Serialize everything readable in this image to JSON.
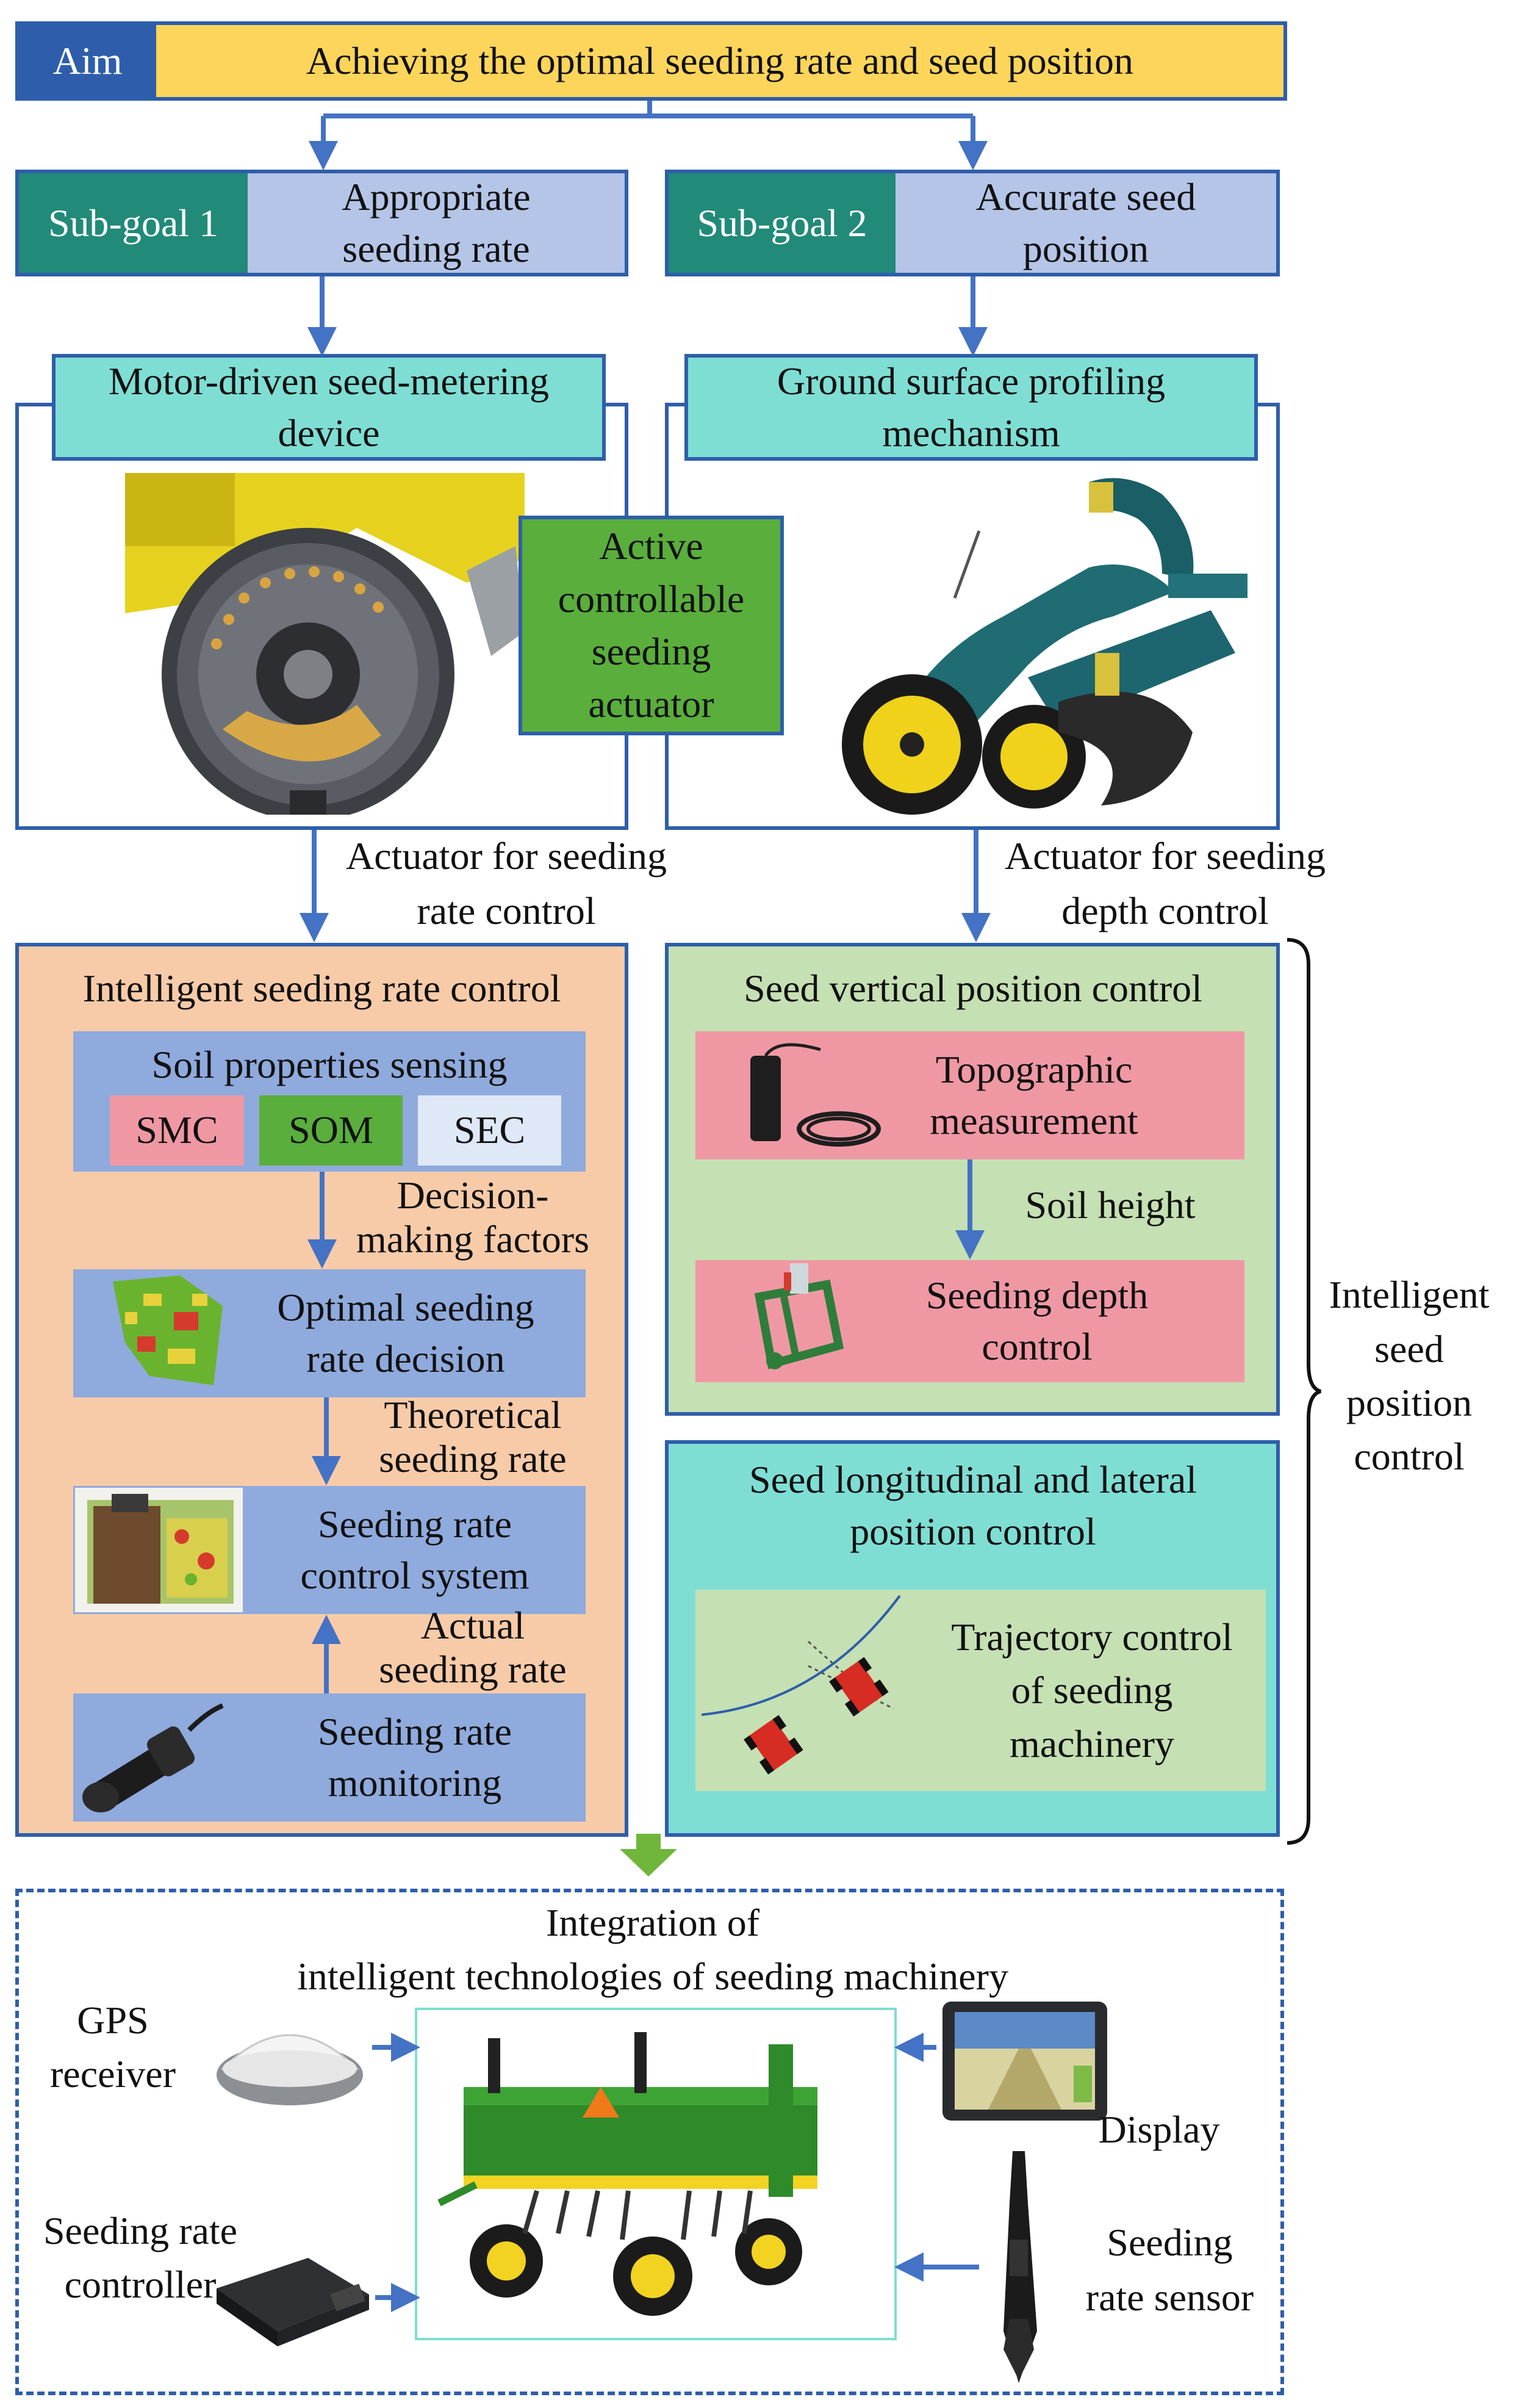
{
  "aim": {
    "tag": "Aim",
    "text": "Achieving the optimal seeding rate and seed position"
  },
  "subgoal1": {
    "tag": "Sub-goal 1",
    "text_line1": "Appropriate",
    "text_line2": "seeding rate"
  },
  "subgoal2": {
    "tag": "Sub-goal 2",
    "text_line1": "Accurate seed",
    "text_line2": "position"
  },
  "left_device": {
    "line1": "Motor-driven seed-metering",
    "line2": "device"
  },
  "right_device": {
    "line1": "Ground surface profiling",
    "line2": "mechanism"
  },
  "actuator": {
    "line1": "Active",
    "line2": "controllable",
    "line3": "seeding",
    "line4": "actuator"
  },
  "left_actuator_label": {
    "line1": "Actuator for seeding",
    "line2": "rate control"
  },
  "right_actuator_label": {
    "line1": "Actuator for seeding",
    "line2": "depth control"
  },
  "rate_control": {
    "title": "Intelligent seeding rate control",
    "soil_sensing": {
      "title": "Soil properties sensing",
      "smc": "SMC",
      "som": "SOM",
      "sec": "SEC"
    },
    "decision_factors": {
      "line1": "Decision-",
      "line2": "making factors"
    },
    "optimal_decision": {
      "line1": "Optimal seeding",
      "line2": "rate decision"
    },
    "theoretical": {
      "line1": "Theoretical",
      "line2": "seeding rate"
    },
    "control_system": {
      "line1": "Seeding rate",
      "line2": "control system"
    },
    "actual": {
      "line1": "Actual",
      "line2": "seeding rate"
    },
    "monitoring": {
      "line1": "Seeding rate",
      "line2": "monitoring"
    }
  },
  "vertical_control": {
    "title": "Seed vertical position control",
    "topographic": {
      "line1": "Topographic",
      "line2": "measurement"
    },
    "soil_height": "Soil height",
    "depth_control": {
      "line1": "Seeding depth",
      "line2": "control"
    }
  },
  "lateral_control": {
    "title_line1": "Seed longitudinal and lateral",
    "title_line2": "position control",
    "trajectory": {
      "line1": "Trajectory control",
      "line2": "of seeding",
      "line3": "machinery"
    }
  },
  "brace_label": {
    "line1": "Intelligent",
    "line2": "seed",
    "line3": "position",
    "line4": "control"
  },
  "integration": {
    "title_line1": "Integration of",
    "title_line2": "intelligent technologies of seeding machinery",
    "gps": {
      "line1": "GPS",
      "line2": "receiver"
    },
    "display": "Display",
    "controller": {
      "line1": "Seeding rate",
      "line2": "controller"
    },
    "sensor": {
      "line1": "Seeding",
      "line2": "rate sensor"
    }
  },
  "colors": {
    "aim_blue": "#2e5eab",
    "aim_yellow": "#fdd55a",
    "teal_dark": "#218a78",
    "lavender": "#b4c5e7",
    "cyan": "#7fded4",
    "green_actuator": "#5aae3c",
    "peach": "#f8cba8",
    "light_green": "#c5e0b3",
    "pink": "#ef98a4",
    "soft_blue": "#8faadc",
    "arrow_blue": "#4472c4",
    "arrow_green": "#6fb63a"
  }
}
